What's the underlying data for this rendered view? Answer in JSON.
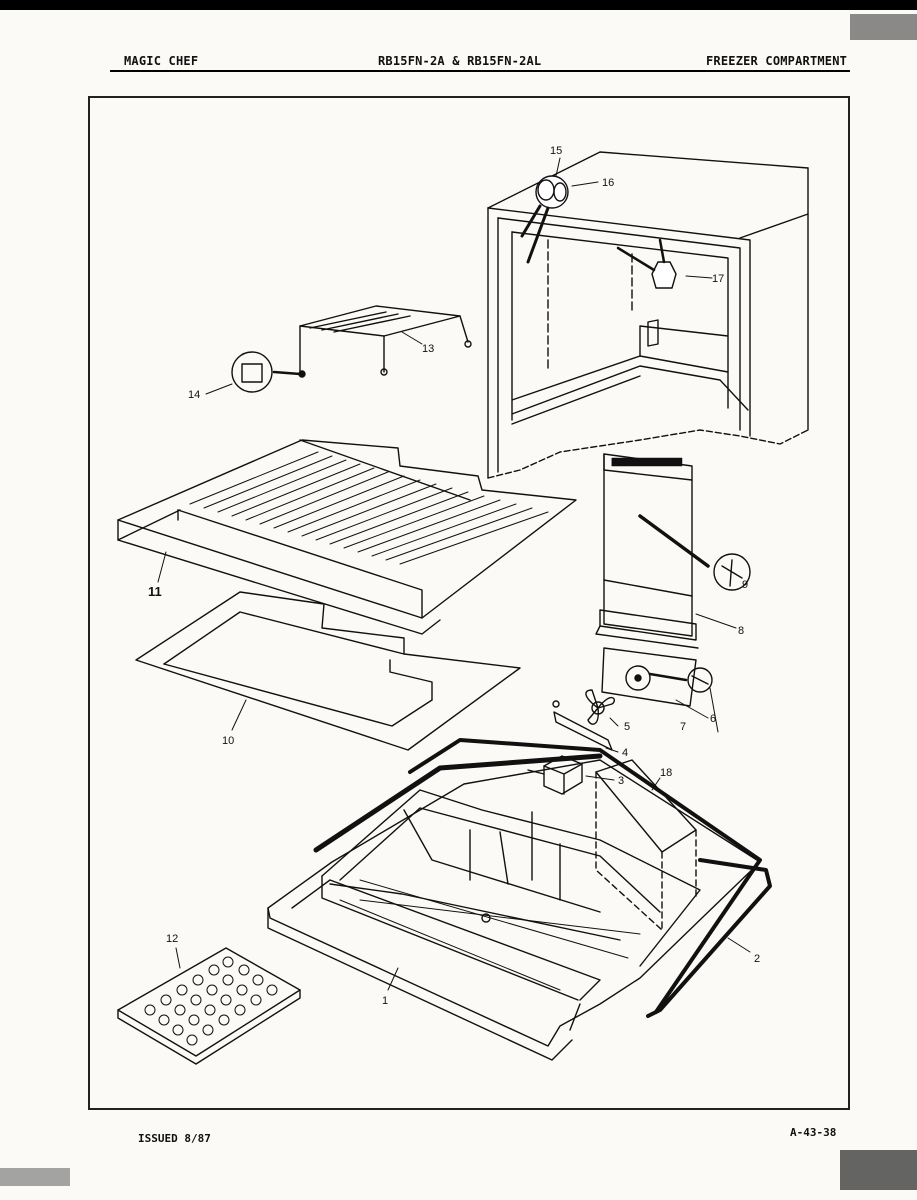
{
  "header": {
    "brand": "MAGIC CHEF",
    "models": "RB15FN-2A & RB15FN-2AL",
    "section": "FREEZER COMPARTMENT"
  },
  "footer": {
    "issued": "ISSUED 8/87",
    "page_code": "A-43-38"
  },
  "callouts": {
    "c1": "1",
    "c2": "2",
    "c3": "3",
    "c4": "4",
    "c5": "5",
    "c6": "6",
    "c7": "7",
    "c8": "8",
    "c9": "9",
    "c10": "10",
    "c11": "11",
    "c12": "12",
    "c13": "13",
    "c14": "14",
    "c15": "15",
    "c16": "16",
    "c17": "17",
    "c18": "18"
  },
  "colors": {
    "ink": "#111111",
    "paper": "#fbfaf7"
  }
}
